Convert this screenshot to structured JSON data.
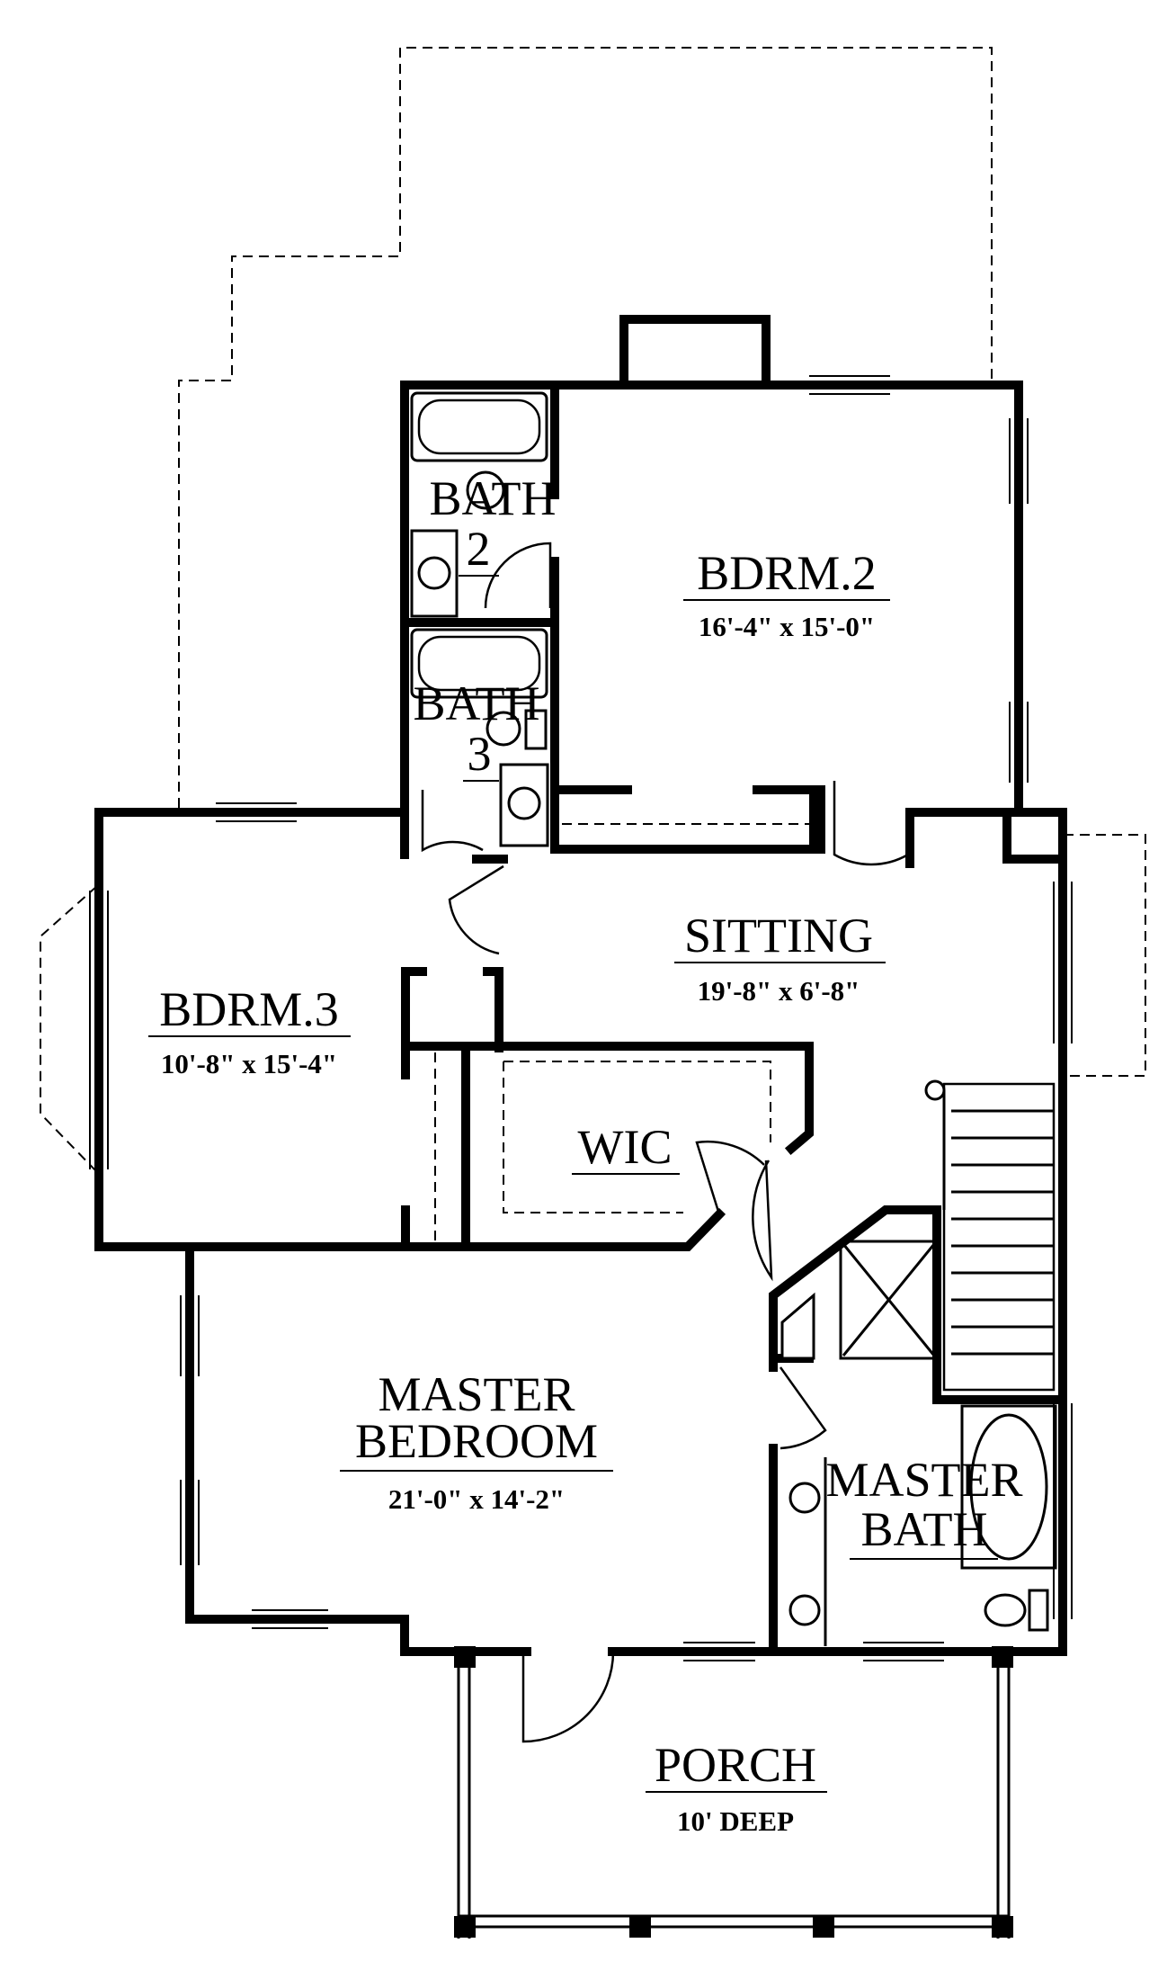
{
  "rooms": {
    "bath2": {
      "name1": "BATH",
      "name2": "2"
    },
    "bath3": {
      "name1": "BATH",
      "name2": "3"
    },
    "bdrm2": {
      "name": "BDRM.2",
      "dims": "16'-4\" x 15'-0\""
    },
    "bdrm3": {
      "name": "BDRM.3",
      "dims": "10'-8\" x 15'-4\""
    },
    "sitting": {
      "name": "SITTING",
      "dims": "19'-8\" x 6'-8\""
    },
    "wic": {
      "name": "WIC"
    },
    "master_bedroom": {
      "name1": "MASTER",
      "name2": "BEDROOM",
      "dims": "21'-0\" x 14'-2\""
    },
    "master_bath": {
      "name1": "MASTER",
      "name2": "BATH"
    },
    "porch": {
      "name": "PORCH",
      "dims": "10' DEEP"
    }
  }
}
